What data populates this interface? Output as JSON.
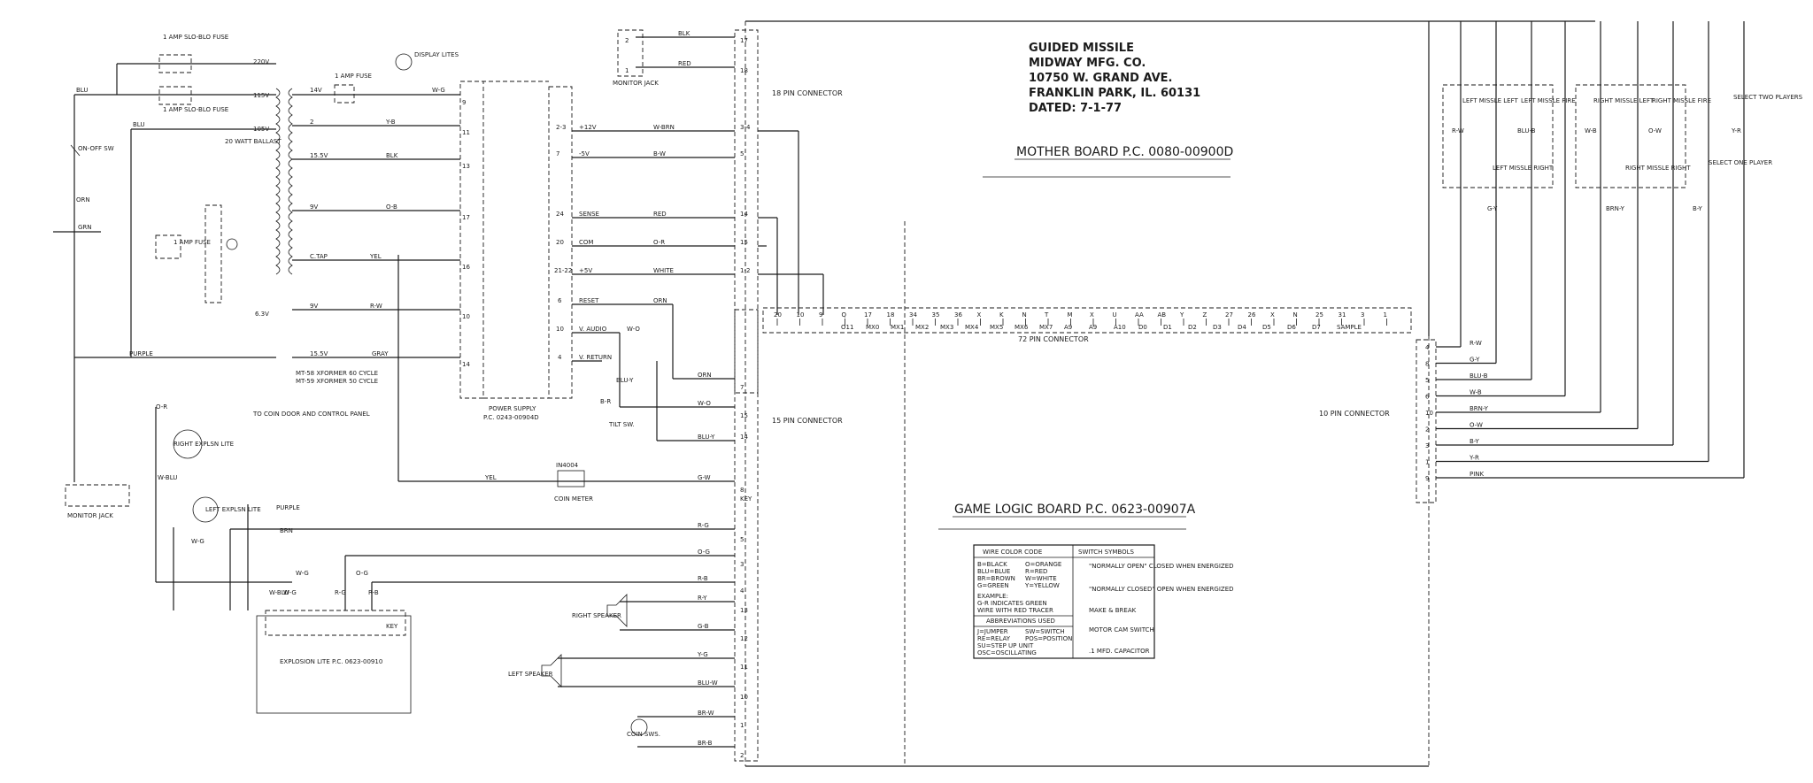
{
  "title_block": {
    "line1": "GUIDED  MISSILE",
    "line2": "MIDWAY  MFG. CO.",
    "line3": "10750  W.  GRAND  AVE.",
    "line4": "FRANKLIN  PARK,  IL.  60131",
    "line5": "DATED:  7-1-77"
  },
  "boards": {
    "mother": "MOTHER BOARD P.C. 0080-00900D",
    "game_logic": "GAME LOGIC BOARD P.C. 0623-00907A",
    "explosion_lite": "EXPLOSION LITE P.C. 0623-00910",
    "power_supply_line1": "POWER SUPPLY",
    "power_supply_line2": "P.C. 0243-00904D"
  },
  "connectors": {
    "c18": "18 PIN CONNECTOR",
    "c15": "15 PIN CONNECTOR",
    "c72": "72 PIN CONNECTOR",
    "c10": "10 PIN CONNECTOR"
  },
  "mains": {
    "amp_fuse_slo_top": "1 AMP SLO-BLO FUSE",
    "amp_fuse_slo_mid": "1 AMP SLO-BLO FUSE",
    "amp_fuse_lite": "1 AMP FUSE",
    "amp_fuse_left": "1 AMP FUSE",
    "display_lites": "DISPLAY LITES",
    "ballast": "20 WATT BALLAST",
    "on_off": "ON-OFF SW",
    "v220": "220V",
    "v115": "115V",
    "v105": "105V",
    "v63": "6.3V",
    "blu1": "BLU",
    "blu2": "BLU",
    "orn": "ORN",
    "grn": "GRN",
    "purple": "PURPLE",
    "xformer1": "MT-58 XFORMER  60 CYCLE",
    "xformer2": "MT-59 XFORMER  50 CYCLE",
    "coin_door": "TO COIN DOOR AND CONTROL PANEL",
    "monitor_jack_bottom": "MONITOR JACK",
    "monitor_jack_top": "MONITOR JACK"
  },
  "secondary_wires": [
    {
      "tap": "14V",
      "color": "W-G",
      "pin": "9"
    },
    {
      "tap": "2",
      "color": "Y-B",
      "pin": "11"
    },
    {
      "tap": "15.5V",
      "color": "BLK",
      "pin": "13"
    },
    {
      "tap": "9V",
      "color": "O-B",
      "pin": "17"
    },
    {
      "tap": "C.TAP",
      "color": "YEL",
      "pin": "16"
    },
    {
      "tap": "9V",
      "color": "R-W",
      "pin": "10"
    },
    {
      "tap": "15.5V",
      "color": "GRAY",
      "pin": "14"
    }
  ],
  "supply_outputs": [
    {
      "pins": "2-3",
      "name": "+12V",
      "color": "W-BRN",
      "pin": "3-4"
    },
    {
      "pins": "7",
      "name": "-5V",
      "color": "B-W",
      "pin": "5"
    },
    {
      "pins": "24",
      "name": "SENSE",
      "color": "RED",
      "pin": "14"
    },
    {
      "pins": "20",
      "name": "COM",
      "color": "O-R",
      "pin": "15"
    },
    {
      "pins": "21-22",
      "name": "+5V",
      "color": "WHITE",
      "pin": "1-2"
    },
    {
      "pins": "6",
      "name": "RESET",
      "color": "ORN",
      "pin": ""
    },
    {
      "pins": "10",
      "name": "V. AUDIO",
      "color": "W-O",
      "pin": ""
    },
    {
      "pins": "4",
      "name": "V. RETURN",
      "color": "",
      "pin": ""
    }
  ],
  "monitor_top_wires": [
    {
      "pin": "2",
      "color": "BLK",
      "conn": "17"
    },
    {
      "pin": "1",
      "color": "RED",
      "conn": "18"
    }
  ],
  "conn15_wires": [
    {
      "color": "ORN",
      "pin": "7"
    },
    {
      "color": "W-O",
      "pin": "15"
    },
    {
      "color": "BLU-Y",
      "pin": "14"
    },
    {
      "color": "G-W",
      "pin": "8"
    },
    {
      "color": "R-G",
      "pin": "5"
    },
    {
      "color": "O-G",
      "pin": "3"
    },
    {
      "color": "R-B",
      "pin": "4"
    },
    {
      "color": "R-Y",
      "pin": "13"
    },
    {
      "color": "G-B",
      "pin": "12"
    },
    {
      "color": "Y-G",
      "pin": "11"
    },
    {
      "color": "BLU-W",
      "pin": "10"
    },
    {
      "color": "BR-W",
      "pin": "1"
    },
    {
      "color": "BR-B",
      "pin": "2"
    }
  ],
  "misc_labels": {
    "blu_y": "BLU-Y",
    "b_r": "B-R",
    "tilt": "TILT SW.",
    "yel": "YEL",
    "diode": "IN4004",
    "coin_meter": "COIN METER",
    "key": "KEY",
    "right_expl": "RIGHT EXPLSN LITE",
    "left_expl": "LEFT EXPLSN LITE",
    "right_speaker": "RIGHT SPEAKER",
    "left_speaker": "LEFT SPEAKER",
    "coin_sws": "COIN SWS.",
    "purple2": "PURPLE",
    "brn": "BRN",
    "o_r": "O-R",
    "w_blu": "W-BLU",
    "w_g": "W-G",
    "w_g2": "W-G",
    "w_g3": "W-G",
    "o_g2": "O-G",
    "w_blu2": "W-BLU",
    "r_g2": "R-G",
    "r_b2": "R-B"
  },
  "pin72_labels": [
    "20",
    "10",
    "9",
    "Q",
    "17",
    "18",
    "34",
    "35",
    "36",
    "X",
    "K",
    "N",
    "T",
    "M",
    "X",
    "U",
    "AA",
    "AB",
    "Y",
    "Z",
    "27",
    "26",
    "X",
    "N",
    "25",
    "31",
    "3",
    "1"
  ],
  "pin72_signals": [
    "O11",
    "MX0",
    "MX1",
    "MX2",
    "MX3",
    "MX4",
    "MX5",
    "MX6",
    "MX7",
    "A9",
    "A9",
    "A10",
    "D0",
    "D1",
    "D2",
    "D3",
    "D4",
    "D5",
    "D6",
    "D7",
    "SAMPLE"
  ],
  "panel_switches": {
    "left_missile_left": "LEFT MISSLE LEFT",
    "left_missile_fire": "LEFT MISSLE FIRE",
    "left_missile_right": "LEFT MISSLE RIGHT",
    "right_missile_left": "RIGHT MISSLE LEFT",
    "right_missile_fire": "RIGHT MISSLE FIRE",
    "right_missile_right": "RIGHT MISSLE RIGHT",
    "select_two": "SELECT TWO PLAYERS",
    "select_one": "SELECT ONE PLAYER",
    "r_w": "R-W",
    "blu_b": "BLU-B",
    "w_b": "W-B",
    "o_w": "O-W",
    "y_r": "Y-R",
    "g_y": "G-Y",
    "brn_y": "BRN-Y",
    "b_y": "B-Y"
  },
  "conn10_wires": [
    {
      "color": "R-W",
      "pin": "4"
    },
    {
      "color": "G-Y",
      "pin": "8"
    },
    {
      "color": "BLU-B",
      "pin": "5"
    },
    {
      "color": "W-B",
      "pin": "6"
    },
    {
      "color": "BRN-Y",
      "pin": "10"
    },
    {
      "color": "O-W",
      "pin": "2"
    },
    {
      "color": "B-Y",
      "pin": "3"
    },
    {
      "color": "Y-R",
      "pin": "1"
    },
    {
      "color": "PINK",
      "pin": "9"
    }
  ],
  "legend": {
    "wire_header": "WIRE COLOR CODE",
    "switch_header": "SWITCH SYMBOLS",
    "colors_left": [
      "B=BLACK",
      "BLU=BLUE",
      "BR=BROWN",
      "G=GREEN"
    ],
    "colors_right": [
      "O=ORANGE",
      "R=RED",
      "W=WHITE",
      "Y=YELLOW"
    ],
    "example_title": "EXAMPLE:",
    "example_line1": "G-R  INDICATES GREEN",
    "example_line2": "WIRE WITH RED TRACER",
    "abbrev_header": "ABBREVIATIONS  USED",
    "abbrev_left": [
      "J=JUMPER",
      "RE=RELAY",
      "SU=STEP UP  UNIT",
      "OSC=OSCILLATING"
    ],
    "abbrev_right": [
      "SW=SWITCH",
      "POS=POSITION"
    ],
    "sym1": "\"NORMALLY OPEN\" CLOSED WHEN ENERGIZED",
    "sym2": "\"NORMALLY CLOSED\" OPEN WHEN ENERGIZED",
    "sym3": "MAKE & BREAK",
    "sym4": "MOTOR  CAM SWITCH",
    "sym5": ".1 MFD. CAPACITOR"
  }
}
